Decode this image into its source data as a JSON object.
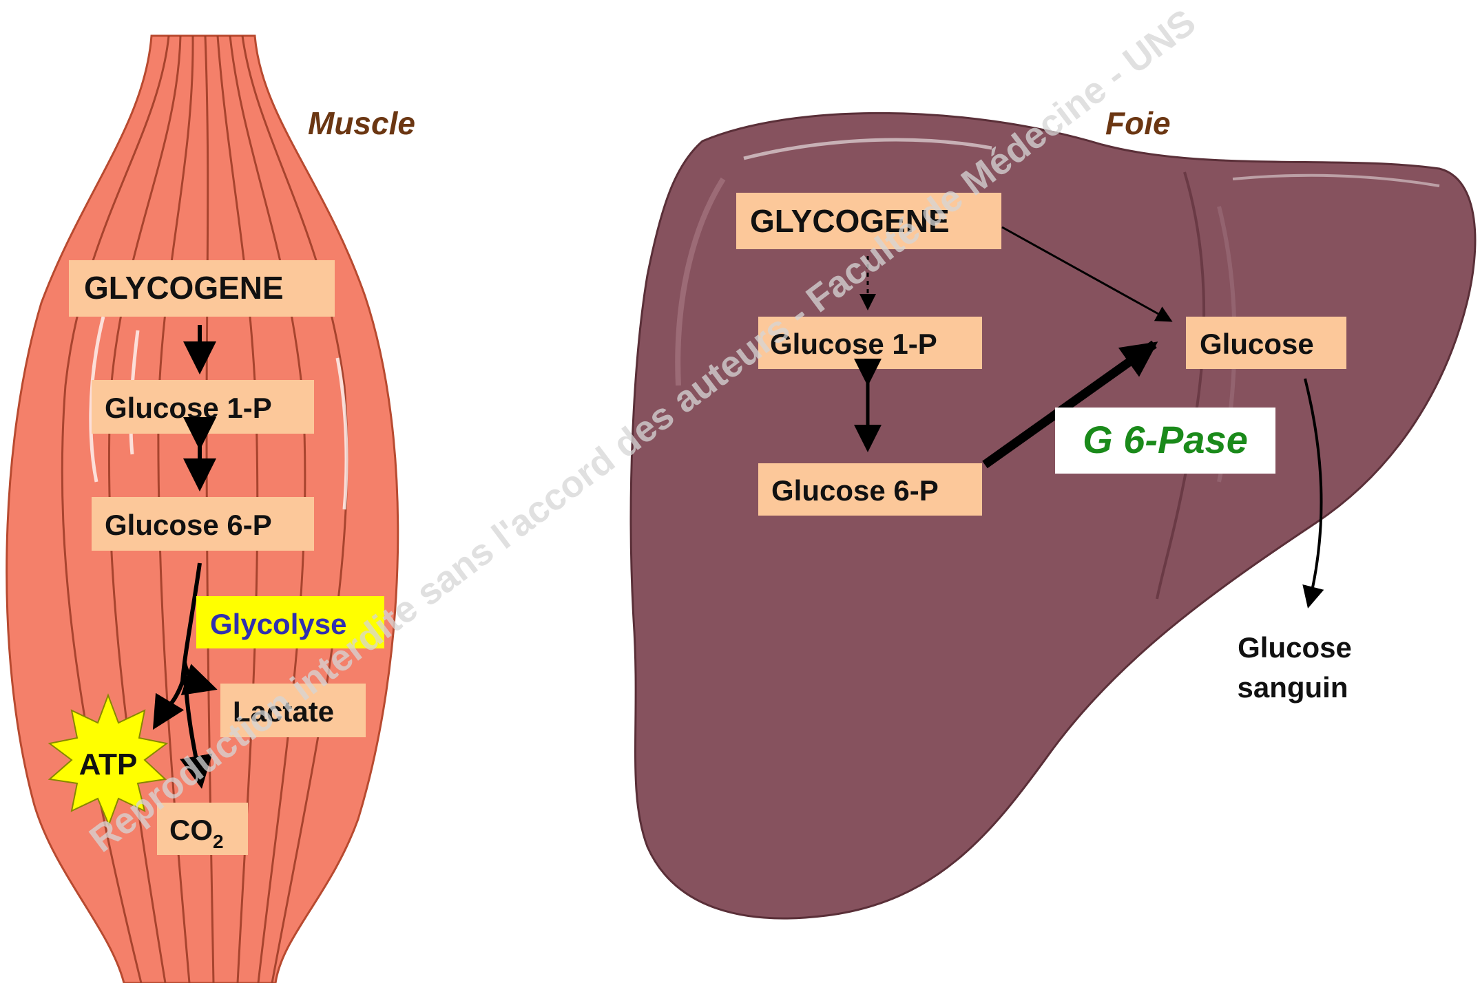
{
  "muscle": {
    "title": "Muscle",
    "glycogene": "GLYCOGENE",
    "glucose_1p": "Glucose 1-P",
    "glucose_6p": "Glucose 6-P",
    "glycolyse": "Glycolyse",
    "lactate": "Lactate",
    "atp": "ATP",
    "co2_main": "CO",
    "co2_sub": "2"
  },
  "liver": {
    "title": "Foie",
    "glycogene": "GLYCOGENE",
    "glucose_1p": "Glucose 1-P",
    "glucose_6p": "Glucose 6-P",
    "glucose": "Glucose",
    "enzyme": "G 6-Pase",
    "blood_line1": "Glucose",
    "blood_line2": "sanguin"
  },
  "watermark": "Reproduction interdite  sans l'accord des auteurs - Faculté de Médecine - UNS",
  "colors": {
    "muscle": "#f4806a",
    "liver": "#86525e",
    "box": "#fcc89a",
    "glycolyse_bg": "#ffff00",
    "glycolyse_text": "#3030b0",
    "enzyme_text": "#1a8a1a",
    "title_text": "#6b3612"
  }
}
